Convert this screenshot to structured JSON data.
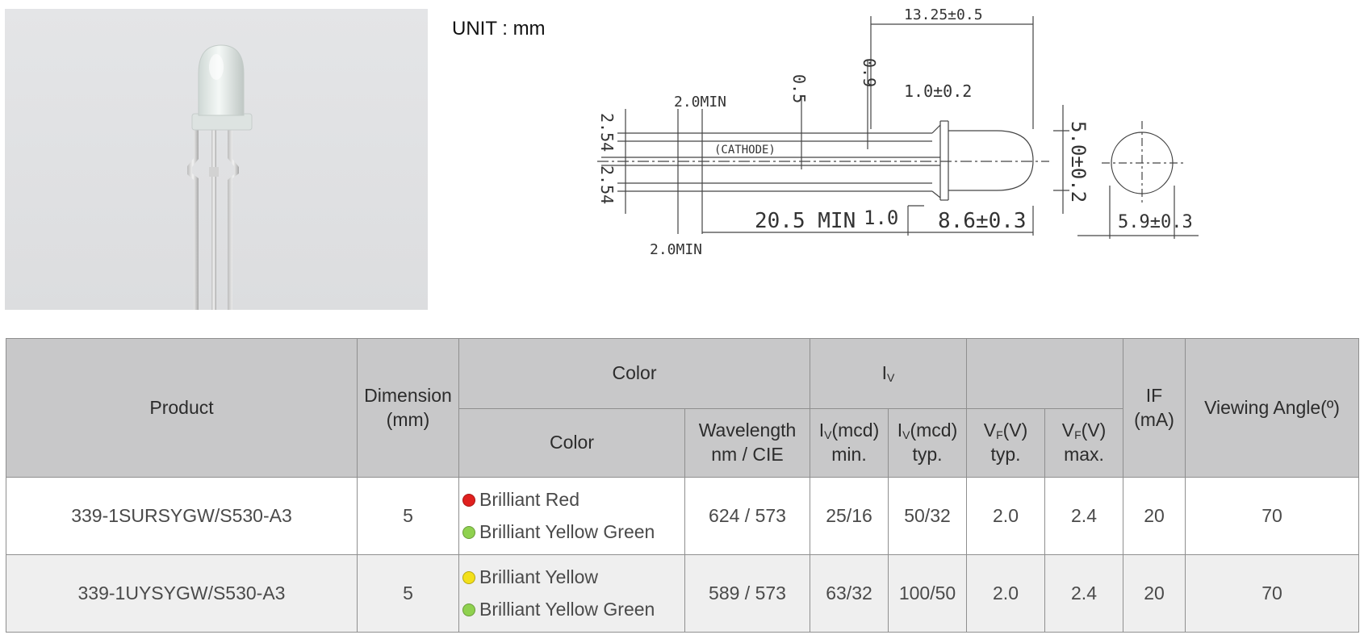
{
  "unit_label": "UNIT : mm",
  "drawing": {
    "dim_total_length": "13.25±0.5",
    "dim_lead_min_top": "2.0MIN",
    "dim_lead_min_bottom": "2.0MIN",
    "dim_0_5": "0.5",
    "dim_0_9": "0.9",
    "dim_1_0_tol": "1.0±0.2",
    "dim_cathode": "(CATHODE)",
    "dim_pitch_1": "2.54",
    "dim_pitch_2": "2.54",
    "dim_lead_length": "20.5 MIN",
    "dim_1_0": "1.0",
    "dim_body_length": "8.6±0.3",
    "dim_body_diameter": "5.0±0.2",
    "dim_flange_diameter": "5.9±0.3"
  },
  "table": {
    "headers": {
      "product": "Product",
      "dimension": "Dimension\n(mm)",
      "color_group": "Color",
      "iv_group_main": "I",
      "iv_group_sub": "V",
      "vf_group": "",
      "if": "IF\n(mA)",
      "viewing_angle": "Viewing Angle(º)",
      "color": "Color",
      "wavelength": "Wavelength\nnm / CIE",
      "iv_min_main": "I",
      "iv_min_sub": "V",
      "iv_min_unit": "(mcd)",
      "iv_min_label": "min.",
      "iv_typ_main": "I",
      "iv_typ_sub": "V",
      "iv_typ_unit": "(mcd)",
      "iv_typ_label": "typ.",
      "vf_typ_main": "V",
      "vf_typ_sub": "F",
      "vf_typ_unit": "(V)",
      "vf_typ_label": "typ.",
      "vf_max_main": "V",
      "vf_max_sub": "F",
      "vf_max_unit": "(V)",
      "vf_max_label": "max."
    },
    "rows": [
      {
        "product": "339-1SURSYGW/S530-A3",
        "dimension": "5",
        "colors": [
          {
            "name": "Brilliant Red",
            "color": "#e0201e"
          },
          {
            "name": "Brilliant Yellow Green",
            "color": "#8fd14f"
          }
        ],
        "wavelength": "624 / 573",
        "iv_min": "25/16",
        "iv_typ": "50/32",
        "vf_typ": "2.0",
        "vf_max": "2.4",
        "if": "20",
        "viewing_angle": "70"
      },
      {
        "product": "339-1UYSYGW/S530-A3",
        "dimension": "5",
        "colors": [
          {
            "name": "Brilliant Yellow",
            "color": "#f3e01a"
          },
          {
            "name": "Brilliant Yellow Green",
            "color": "#8fd14f"
          }
        ],
        "wavelength": "589 / 573",
        "iv_min": "63/32",
        "iv_typ": "100/50",
        "vf_typ": "2.0",
        "vf_max": "2.4",
        "if": "20",
        "viewing_angle": "70"
      }
    ]
  }
}
